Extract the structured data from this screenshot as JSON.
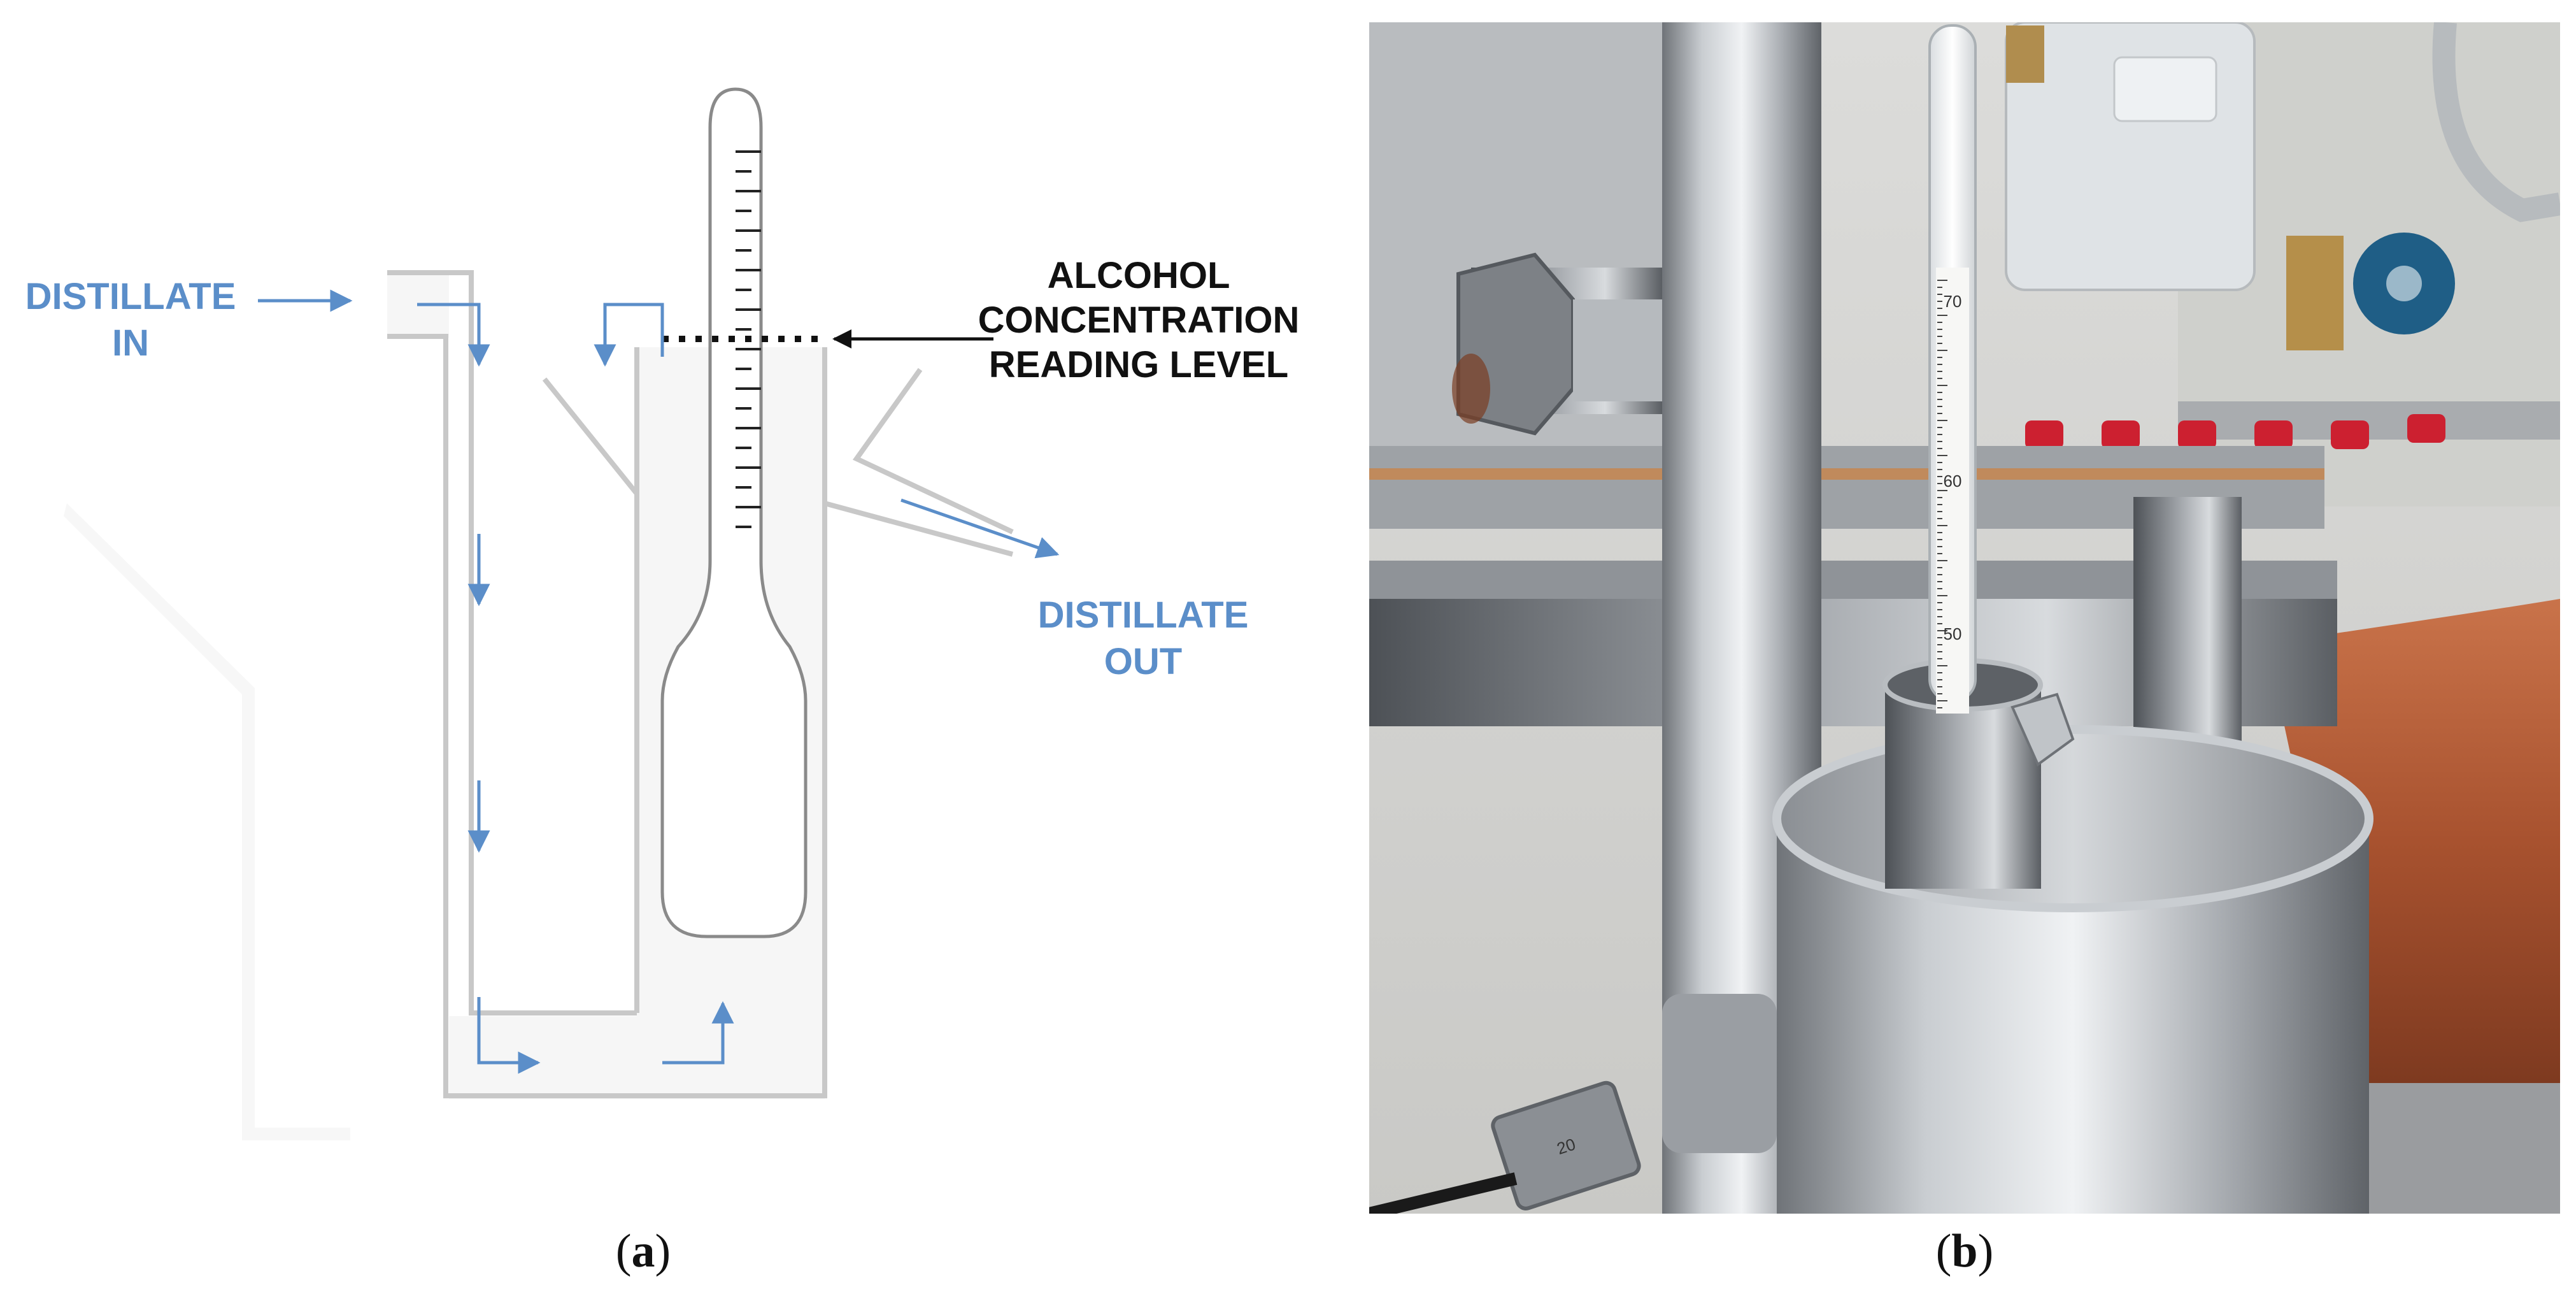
{
  "panel_a": {
    "label_distillate_in_1": "DISTILLATE",
    "label_distillate_in_2": "IN",
    "label_distillate_out_1": "DISTILLATE",
    "label_distillate_out_2": "OUT",
    "label_reading_1": "ALCOHOL",
    "label_reading_2": "CONCENTRATION",
    "label_reading_3": "READING LEVEL",
    "caption_open": "(",
    "caption_letter": "a",
    "caption_close": ")",
    "colors": {
      "flow": "#5b8ec9",
      "outline": "#c8c8c8",
      "fill": "#f6f6f6",
      "text": "#111111"
    }
  },
  "panel_b": {
    "scale_70": "70",
    "scale_60": "60",
    "scale_50": "50",
    "sensor_text": "20",
    "caption_open": "(",
    "caption_letter": "b",
    "caption_close": ")"
  }
}
